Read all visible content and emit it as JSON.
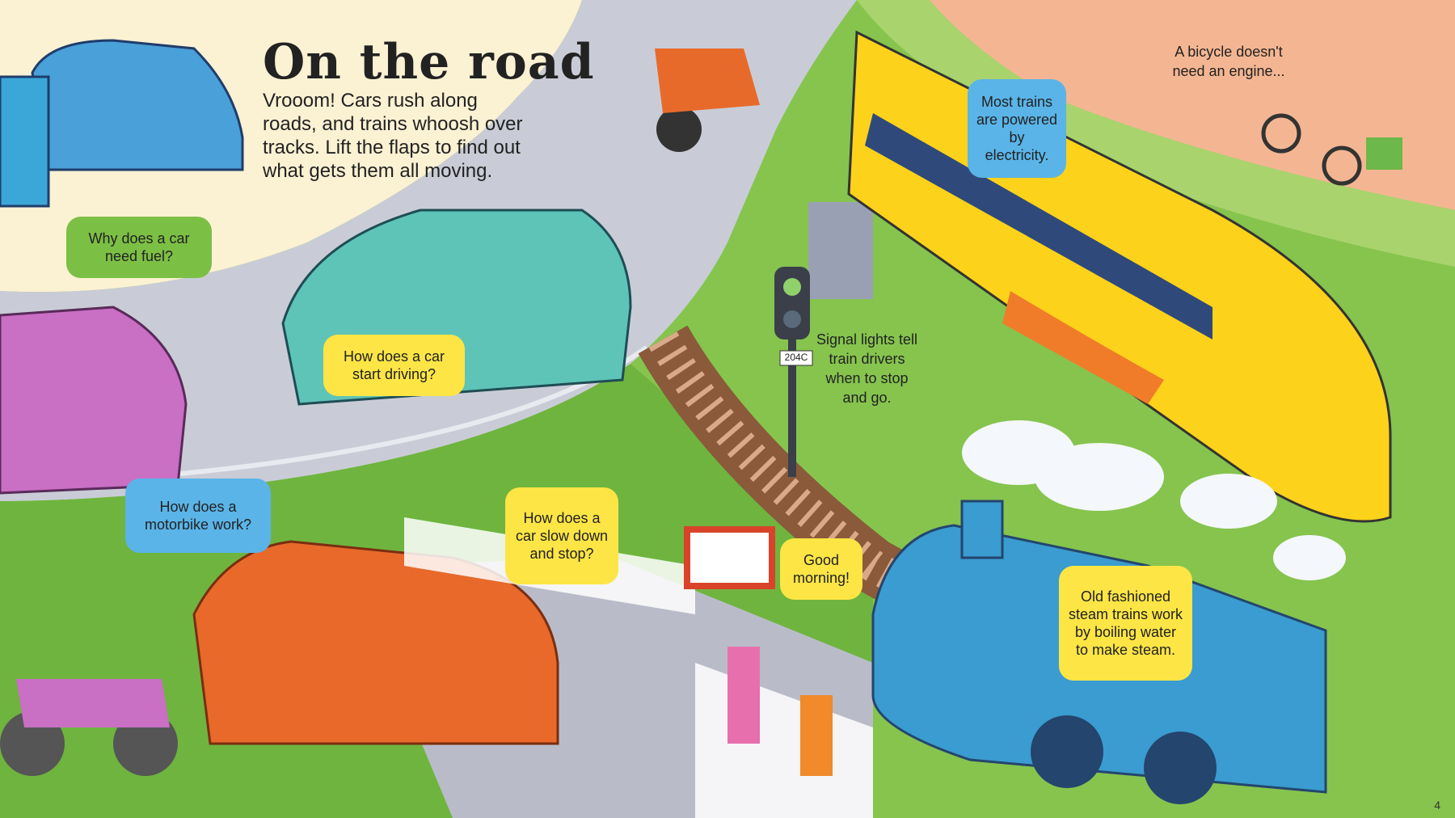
{
  "page": {
    "title": "On the road",
    "intro": "Vrooom! Cars rush along roads, and trains whoosh over tracks. Lift the flaps to find out what gets them all moving.",
    "page_number": "4"
  },
  "bubbles": {
    "car_fuel": "Why does a car need fuel?",
    "car_start": "How does a car start driving?",
    "motorbike": "How does a motorbike work?",
    "car_stop": "How does a car slow down and stop?",
    "good_morning": "Good morning!",
    "trains_power": "Most trains are powered by electricity.",
    "steam": "Old fashioned steam trains work by boiling water to make steam."
  },
  "captions": {
    "bicycle": "A bicycle doesn't need an engine...",
    "signal": "Signal lights tell train drivers when to stop and go.",
    "signal_plate": "204C"
  },
  "colors": {
    "green_bubble": "#7cbf45",
    "yellow_bubble": "#fde545",
    "blue_bubble": "#5ab4e8",
    "road": "#c9ccd6",
    "train_yellow": "#fdd21a",
    "steam_blue": "#3a9cd0"
  }
}
